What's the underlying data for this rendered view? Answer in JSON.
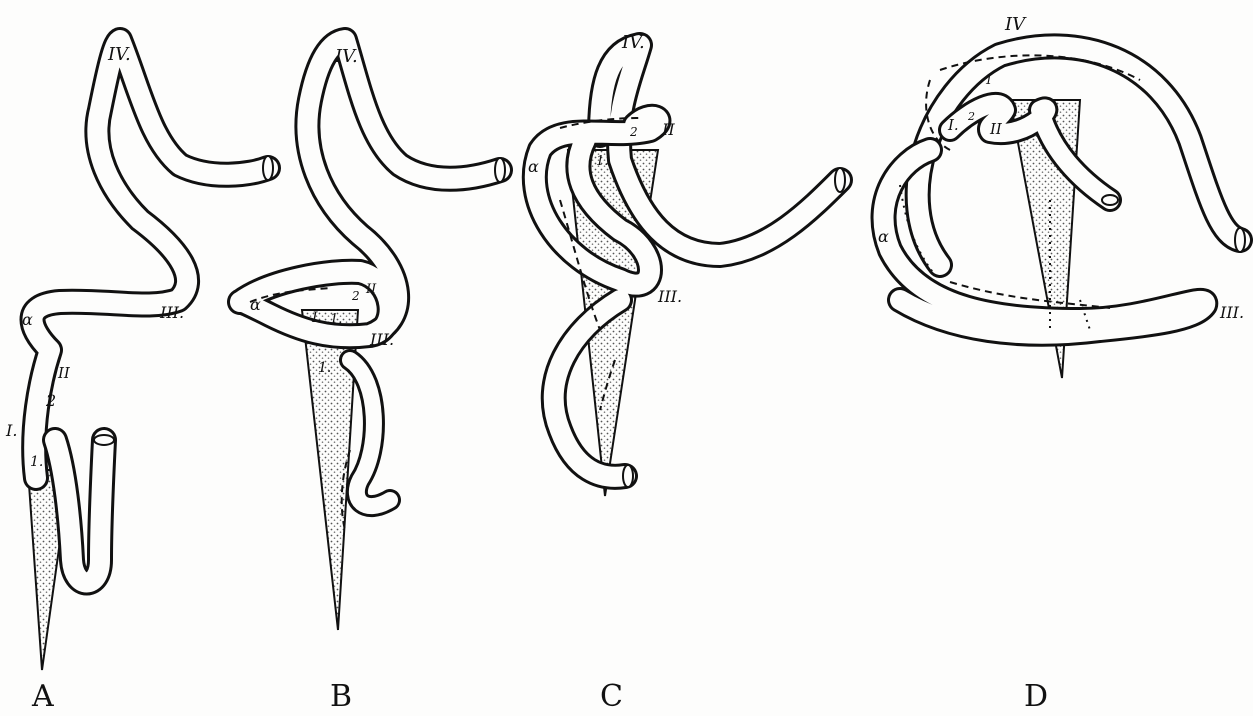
{
  "figures": [
    {
      "caption": "A",
      "labels": {
        "iv": "IV.",
        "iii": "III.",
        "ii": "II",
        "i": "I.",
        "alpha": "α",
        "n1": "1.",
        "n2": "2"
      }
    },
    {
      "caption": "B",
      "labels": {
        "iv": "IV.",
        "iii": "III.",
        "ii": "II",
        "i": "I",
        "alpha": "α",
        "n1": "1.",
        "n2": "2",
        "n1b": "1."
      }
    },
    {
      "caption": "C",
      "labels": {
        "iv": "IV.",
        "iii": "III.",
        "ii": "II",
        "alpha": "α",
        "n1": "1.",
        "n2": "2"
      }
    },
    {
      "caption": "D",
      "labels": {
        "iv": "IV",
        "iii": "III.",
        "ii": "II",
        "i": "I.",
        "alpha": "α",
        "n1": "1",
        "n2": "2"
      }
    }
  ],
  "colors": {
    "ink": "#111111",
    "paper": "#fdfdfc",
    "stipple": "#777777"
  }
}
